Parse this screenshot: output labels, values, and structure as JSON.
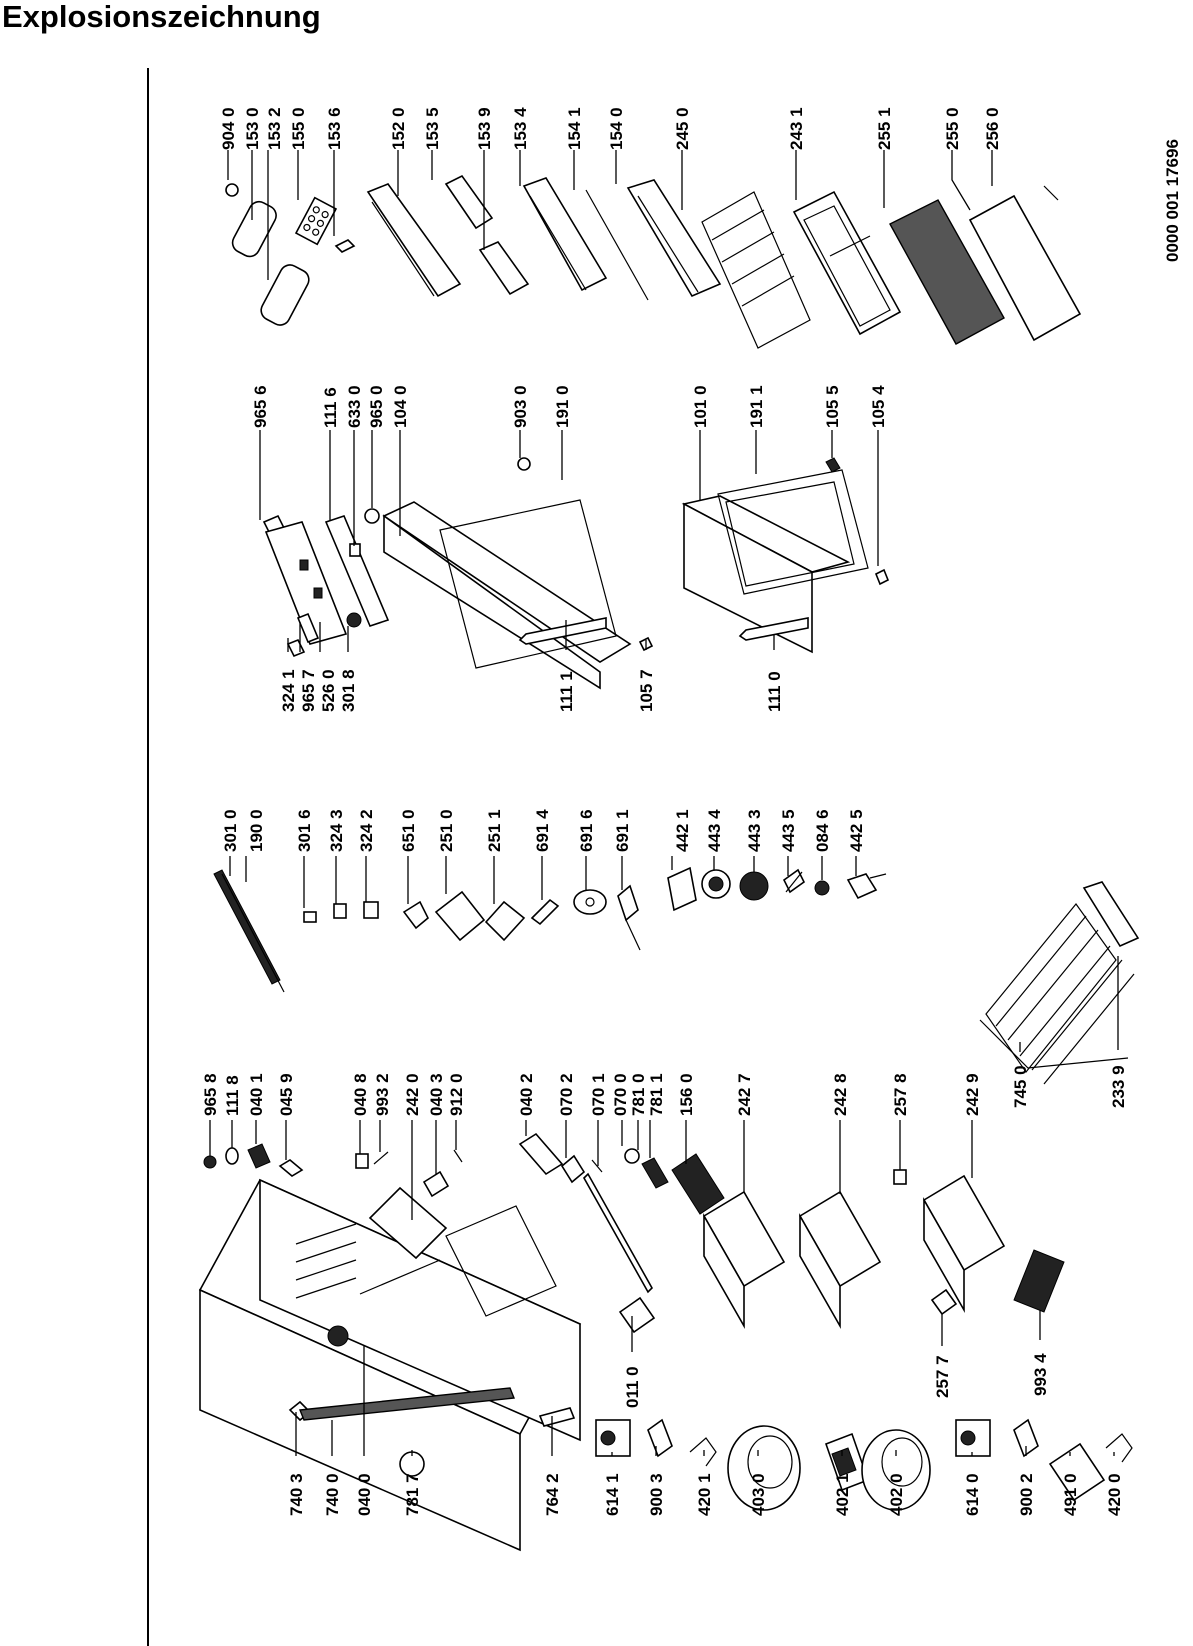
{
  "title": "Explosionszeichnung",
  "document_number": "0000 001 17696",
  "column1": {
    "top_labels": [
      "904 0",
      "153 0",
      "153 2",
      "155 0",
      "153 6",
      "152 0",
      "153 5",
      "153 9",
      "153 4",
      "154 1",
      "154 0",
      "245 0",
      "243 1",
      "255 1",
      "255 0",
      "256 0"
    ]
  },
  "column2": {
    "top_labels": [
      "965 6",
      "111 6",
      "633 0",
      "965 0",
      "104 0",
      "903 0",
      "191 0",
      "101 0",
      "191 1",
      "105 5",
      "105 4"
    ],
    "bottom_labels": [
      "324 1",
      "965 7",
      "526 0",
      "301 8",
      "111 1",
      "105 7",
      "111 0"
    ]
  },
  "column3": {
    "top_labels": [
      "301 0",
      "190 0",
      "301 6",
      "324 3",
      "324 2",
      "651 0",
      "251 0",
      "251 1",
      "691 4",
      "691 6",
      "691 1",
      "442 1",
      "443 4",
      "443 3",
      "443 5",
      "084 6",
      "442 5"
    ],
    "bottom_labels": [
      "745 0",
      "233 9"
    ]
  },
  "column4": {
    "top_labels": [
      "965 8",
      "111 8",
      "040 1",
      "045 9",
      "040 8",
      "993 2",
      "242 0",
      "040 3",
      "912 0",
      "040 2",
      "070 2",
      "070 1",
      "070 0",
      "781 0",
      "781 1",
      "156 0",
      "242 7",
      "242 8",
      "257 8",
      "242 9"
    ],
    "mid_labels": [
      "011 0",
      "257 7",
      "993 4"
    ],
    "bottom_labels": [
      "740 3",
      "740 0",
      "040 0",
      "781 7",
      "764 2",
      "614 1",
      "900 3",
      "420 1",
      "403 0",
      "402 1",
      "402 0",
      "614 0",
      "900 2",
      "491 0",
      "420 0"
    ]
  }
}
